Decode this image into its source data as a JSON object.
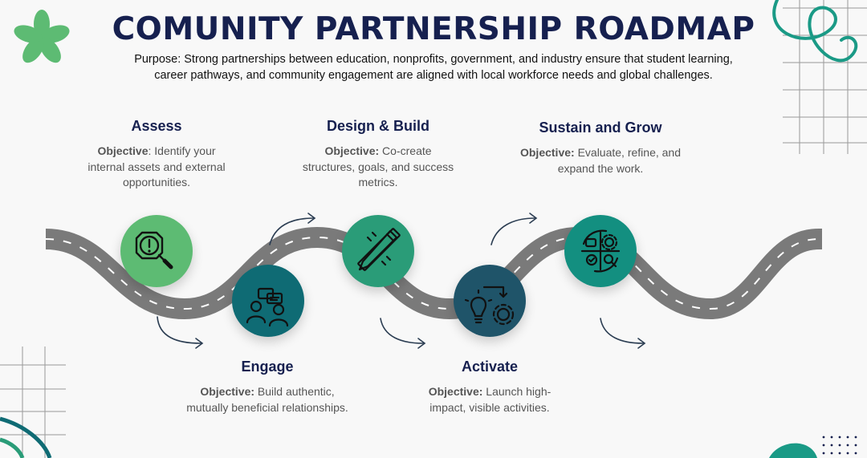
{
  "title": "COMUNITY PARTNERSHIP ROADMAP",
  "purpose": "Purpose: Strong partnerships between education, nonprofits, government, and industry ensure that student learning, career pathways, and community engagement are aligned with local workforce needs and global challenges.",
  "stages": [
    {
      "title": "Assess",
      "objective_label": "Objective",
      "objective_text": ": Identify your internal assets and external opportunities.",
      "icon": "alert-magnifier-icon",
      "color": "#5dbb73"
    },
    {
      "title": "Engage",
      "objective_label": "Objective:",
      "objective_text": " Build authentic, mutually beneficial relationships.",
      "icon": "people-chat-icon",
      "color": "#0f6b74"
    },
    {
      "title": "Design & Build",
      "objective_label": "Objective:",
      "objective_text": " Co-create structures, goals, and success metrics.",
      "icon": "pencil-ruler-icon",
      "color": "#2a9c78"
    },
    {
      "title": "Activate",
      "objective_label": "Objective:",
      "objective_text": " Launch high-impact, visible activities.",
      "icon": "lightbulb-gear-icon",
      "color": "#1f5469"
    },
    {
      "title": "Sustain and Grow",
      "objective_label": "Objective:",
      "objective_text": " Evaluate, refine, and expand the work.",
      "icon": "cycle-quadrant-icon",
      "color": "#138f80"
    }
  ],
  "colors": {
    "title": "#16204f",
    "road": "#7a7a7a",
    "accent_green": "#5dbb73",
    "accent_teal": "#1a9a86"
  }
}
